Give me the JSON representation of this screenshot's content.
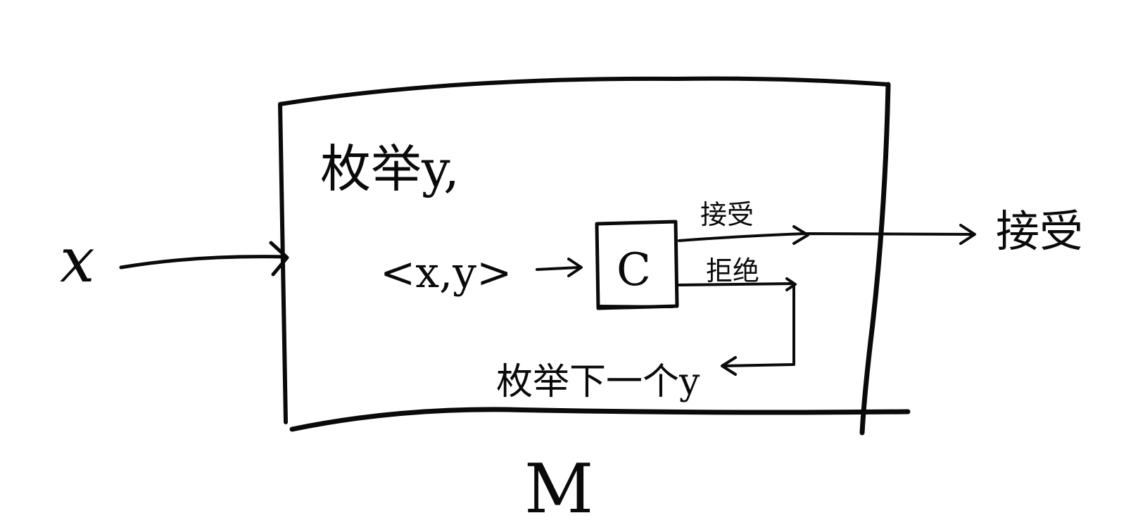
{
  "diagram": {
    "input_label": "x",
    "machine_label": "M",
    "enumerate_label": "枚举y,",
    "pair_label": "<x,y>",
    "checker_label": "C",
    "accept_branch_label": "接受",
    "reject_branch_label": "拒绝",
    "next_label": "枚举下一个y",
    "output_label": "接受"
  },
  "colors": {
    "ink": "#0a0a0a",
    "background": "#ffffff"
  }
}
